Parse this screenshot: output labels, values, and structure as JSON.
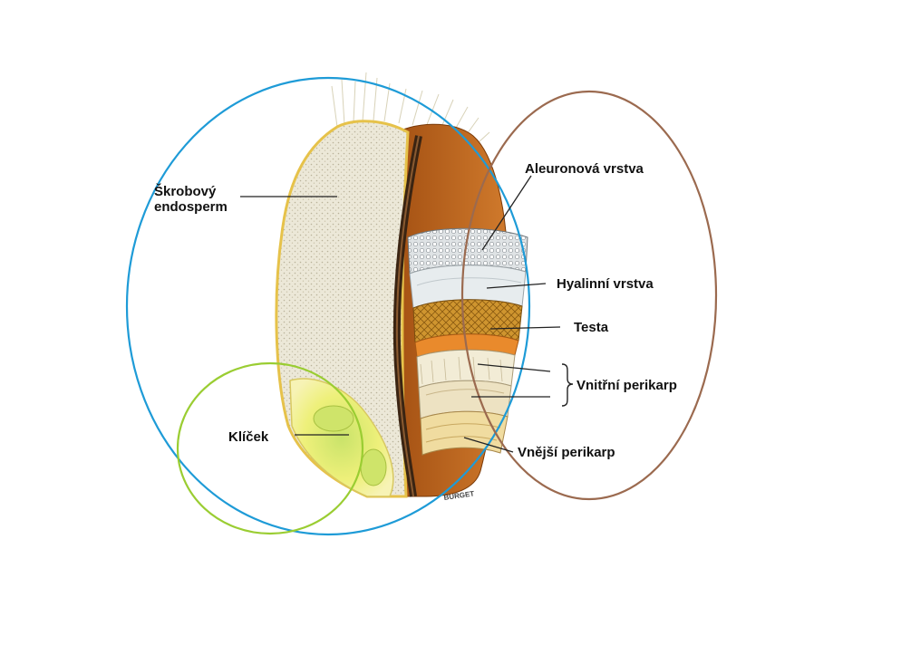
{
  "labels": {
    "starchy_endosperm_line1": "Škrobový",
    "starchy_endosperm_line2": "endosperm",
    "germ": "Klíček",
    "aleurone_layer": "Aleuronová vrstva",
    "hyaline_layer": "Hyalinní vrstva",
    "testa": "Testa",
    "inner_pericarp": "Vnitřní perikarp",
    "outer_pericarp": "Vnější perikarp"
  },
  "credit_text": "BURGET",
  "colors": {
    "seed_circle": "#1e9bd7",
    "germ_circle": "#9acd32",
    "bran_ellipse": "#9b6a4f",
    "endosperm": "#ece8d8",
    "seed_coat": "#b8621a",
    "testa": "#c98f2a",
    "hull_outline": "#e6c24a"
  }
}
